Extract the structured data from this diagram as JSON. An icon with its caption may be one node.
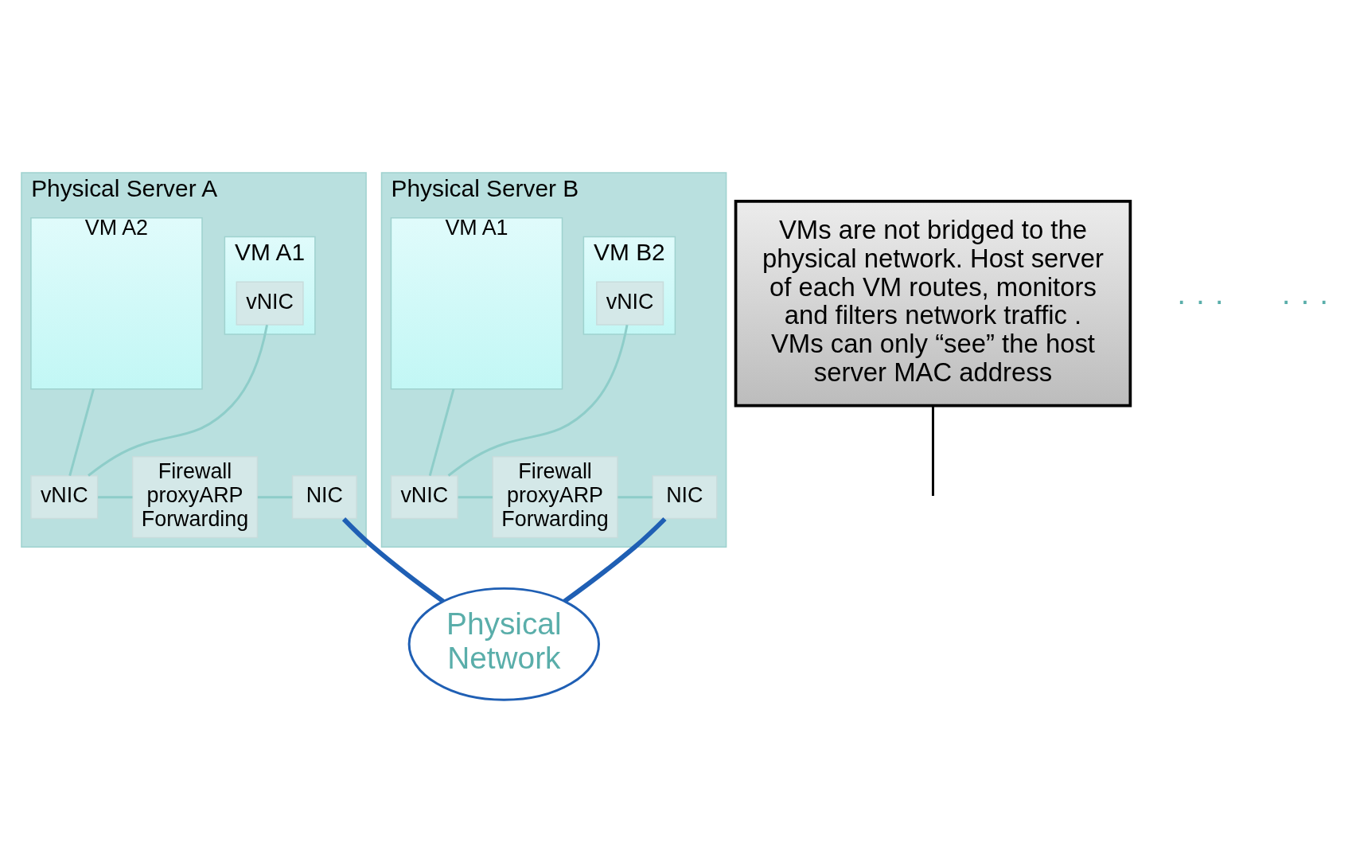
{
  "diagram": {
    "nodes": [
      {
        "text": [
          "Physical Server A"
        ]
      },
      {
        "text": [
          "VM A1"
        ],
        "in": 0
      },
      {
        "text": [
          "vNIC"
        ],
        "in": 1
      },
      {
        "text": [
          "VM A2"
        ],
        "in": 0
      },
      {
        "text": [
          "vNIC"
        ],
        "in": 0
      },
      {
        "text": [
          "Firewall proxyARP Forwarding"
        ],
        "in": 0
      },
      {
        "text": [
          "NIC"
        ],
        "in": 0
      },
      {
        "text": [
          "Physical Server B"
        ]
      },
      {
        "text": [
          "VM A1"
        ],
        "in": 7
      },
      {
        "text": [
          "VM B2"
        ],
        "in": 7
      },
      {
        "text": [
          "vNIC"
        ],
        "in": 9
      },
      {
        "text": [
          "vNIC"
        ],
        "in": 7
      },
      {
        "text": [
          "Firewall proxyARP Forwarding"
        ],
        "in": 7
      },
      {
        "text": [
          "NIC"
        ],
        "in": 7
      },
      {
        "text": [
          "VMs are not bridged to the physical network. Host server of each VM routes, monitors and filters network traffic . VMs can only “see” the host server MAC address"
        ]
      },
      {
        "text": [
          "Physical Network"
        ]
      }
    ],
    "edges": [
      {
        "from": 2,
        "to": 4,
        "arrow": "none"
      },
      {
        "from": 3,
        "to": 4,
        "arrow": "none"
      },
      {
        "from": 4,
        "to": 5,
        "arrow": "none"
      },
      {
        "from": 5,
        "to": 6,
        "arrow": "none"
      },
      {
        "from": 10,
        "to": 11,
        "arrow": "none"
      },
      {
        "from": 8,
        "to": 11,
        "arrow": "none"
      },
      {
        "from": 11,
        "to": 12,
        "arrow": "none"
      },
      {
        "from": 12,
        "to": 13,
        "arrow": "none"
      },
      {
        "from": 6,
        "to": 15,
        "arrow": "none",
        "style": "thick",
        "color": "#1f5fb4"
      },
      {
        "from": 13,
        "to": 15,
        "arrow": "none",
        "style": "thick",
        "color": "#1f5fb4"
      },
      {
        "from": 14,
        "to": null,
        "arrow": "none",
        "color": "#000000"
      }
    ],
    "labels": [
      "· · ·",
      "· · ·"
    ]
  }
}
